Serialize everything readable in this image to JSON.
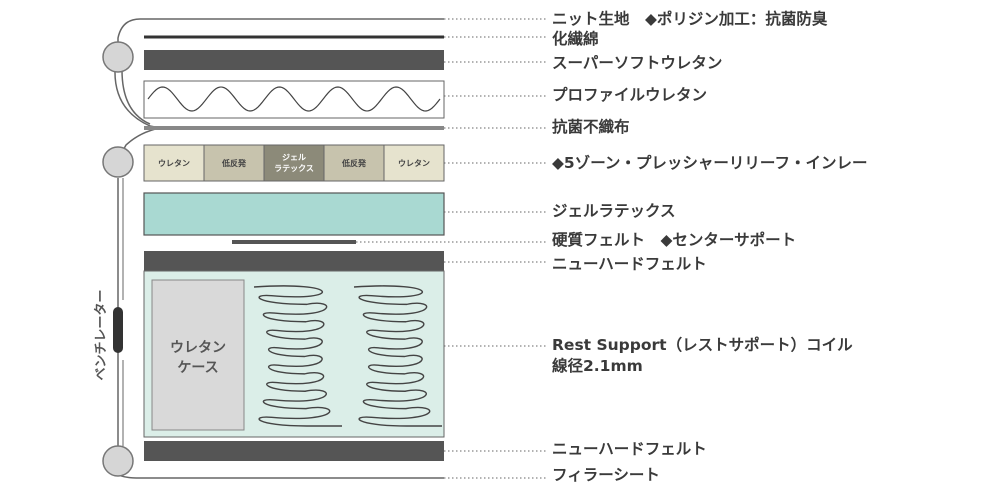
{
  "labels": {
    "knit": "ニット生地　◆ポリジン加工：抗菌防臭",
    "fiber": "化繊綿",
    "soft_urethane": "スーパーソフトウレタン",
    "profile_urethane": "プロファイルウレタン",
    "nonwoven": "抗菌不織布",
    "five_zone": "◆5ゾーン・プレッシャーリリーフ・インレー",
    "gel_latex": "ジェルラテックス",
    "hard_felt": "硬質フェルト　◆センターサポート",
    "new_hard_felt_top": "ニューハードフェルト",
    "coil_1": "Rest Support（レストサポート）コイル",
    "coil_2": "線径2.1mm",
    "new_hard_felt_bottom": "ニューハードフェルト",
    "filler_sheet": "フィラーシート"
  },
  "zones": [
    {
      "line1": "ウレタン",
      "line2": ""
    },
    {
      "line1": "低反発",
      "line2": ""
    },
    {
      "line1": "ジェル",
      "line2": "ラテックス"
    },
    {
      "line1": "低反発",
      "line2": ""
    },
    {
      "line1": "ウレタン",
      "line2": ""
    }
  ],
  "urethane_case": {
    "line1": "ウレタン",
    "line2": "ケース"
  },
  "ventilator": "ベンチレーター",
  "colors": {
    "dark_layer": "#555555",
    "zone_light": "#e6e3ce",
    "zone_mid": "#c7c3ad",
    "zone_dark": "#8c8a79",
    "gel_latex": "#a9d9d2",
    "coil_area": "#dbeee8",
    "urethane_case": "#d9d9d9",
    "leader": "#666666"
  }
}
